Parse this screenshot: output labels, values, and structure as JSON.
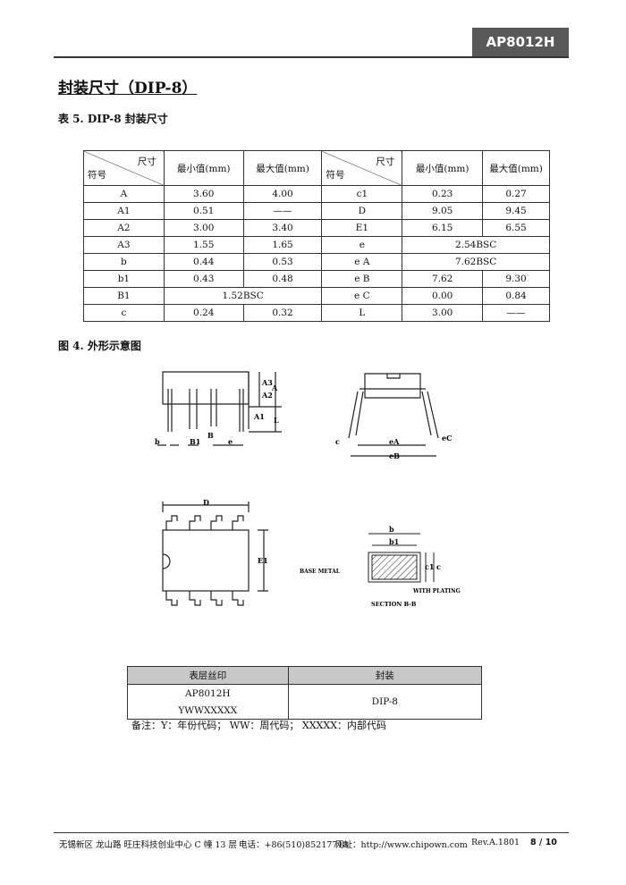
{
  "header": {
    "part": "AP8012H"
  },
  "title": "封装尺寸（DIP-8）",
  "table_caption": "表 5.   DIP-8 封装尺寸",
  "dims_table": {
    "corner_top": "尺寸",
    "corner_bottom": "符号",
    "min": "最小值(mm)",
    "max": "最大值(mm)",
    "left": [
      [
        "A",
        "3.60",
        "4.00"
      ],
      [
        "A1",
        "0.51",
        "——"
      ],
      [
        "A2",
        "3.00",
        "3.40"
      ],
      [
        "A3",
        "1.55",
        "1.65"
      ],
      [
        "b",
        "0.44",
        "0.53"
      ],
      [
        "b1",
        "0.43",
        "0.48"
      ],
      [
        "B1",
        "1.52BSC",
        null
      ],
      [
        "c",
        "0.24",
        "0.32"
      ]
    ],
    "right": [
      [
        "c1",
        "0.23",
        "0.27"
      ],
      [
        "D",
        "9.05",
        "9.45"
      ],
      [
        "E1",
        "6.15",
        "6.55"
      ],
      [
        "e",
        "2.54BSC",
        null
      ],
      [
        "e A",
        "7.62BSC",
        null
      ],
      [
        "e B",
        "7.62",
        "9.30"
      ],
      [
        "e C",
        "0.00",
        "0.84"
      ],
      [
        "L",
        "3.00",
        "——"
      ]
    ]
  },
  "figure_caption": "图 4.  外形示意图",
  "drawing_labels": {
    "A3": "A3",
    "A2": "A2",
    "A": "A",
    "A1": "A1",
    "L": "L",
    "b": "b",
    "B1": "B1",
    "B": "B",
    "e": "e",
    "c": "c",
    "eA": "eA",
    "eB": "eB",
    "eC": "eC",
    "D": "D",
    "E1": "E1",
    "b_sec": "b",
    "b1": "b1",
    "c1": "c1",
    "c_sec": "c",
    "base_metal": "BASE METAL",
    "with_plating": "WITH PLATING",
    "section": "SECTION B-B"
  },
  "marking_table": {
    "col1": "表层丝印",
    "col2": "封装",
    "mark_line1": "AP8012H",
    "mark_line2": "YWWXXXXX",
    "package": "DIP-8"
  },
  "note": "备注：Y：年份代码；   WW：周代码；   XXXXX：内部代码",
  "footer": {
    "address": "无锡新区  龙山路  旺庄科技创业中心 C 幢 13 层",
    "phone": "电话：+86(510)85217718",
    "website": "网址：http://www.chipown.com",
    "rev": "Rev.A.1801",
    "page": "8 / 10"
  }
}
